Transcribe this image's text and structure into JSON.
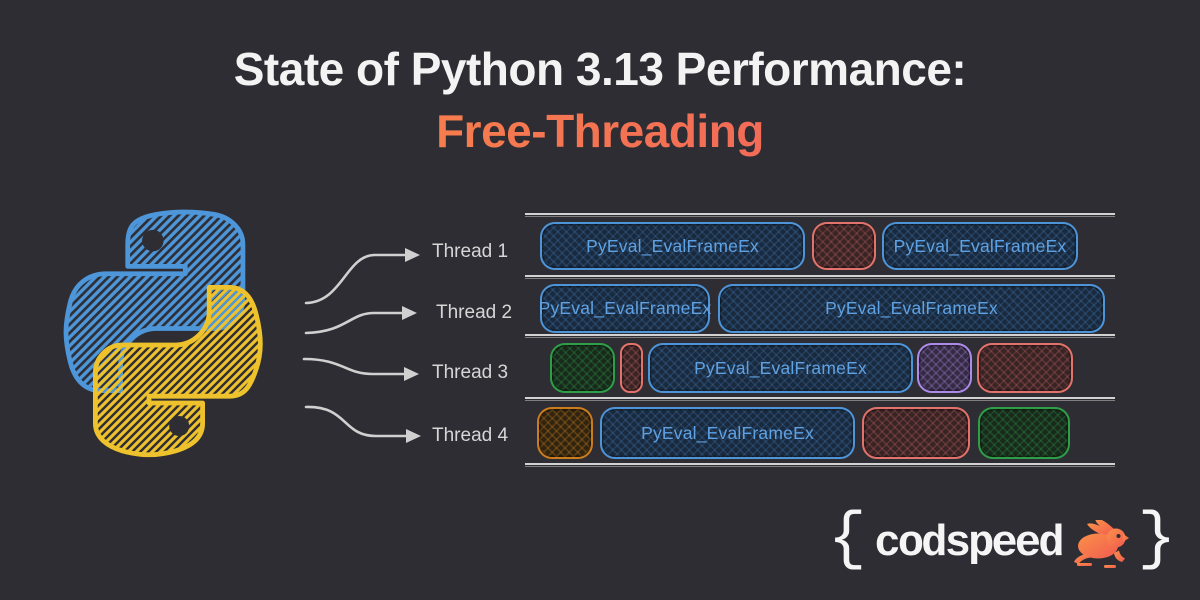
{
  "title": {
    "line1": "State of Python 3.13 Performance:",
    "line2": "Free-Threading"
  },
  "diagram": {
    "threads": [
      {
        "label": "Thread 1",
        "blocks": [
          {
            "kind": "eval",
            "label": "PyEval_EvalFrameEx"
          },
          {
            "kind": "other-red"
          },
          {
            "kind": "eval",
            "label": "PyEval_EvalFrameEx"
          }
        ]
      },
      {
        "label": "Thread 2",
        "blocks": [
          {
            "kind": "eval",
            "label": "PyEval_EvalFrameEx"
          },
          {
            "kind": "eval",
            "label": "PyEval_EvalFrameEx"
          }
        ]
      },
      {
        "label": "Thread 3",
        "blocks": [
          {
            "kind": "other-green"
          },
          {
            "kind": "other-red"
          },
          {
            "kind": "eval",
            "label": "PyEval_EvalFrameEx"
          },
          {
            "kind": "other-purple"
          },
          {
            "kind": "other-red"
          }
        ]
      },
      {
        "label": "Thread 4",
        "blocks": [
          {
            "kind": "other-orange"
          },
          {
            "kind": "eval",
            "label": "PyEval_EvalFrameEx"
          },
          {
            "kind": "other-red"
          },
          {
            "kind": "other-green"
          }
        ]
      }
    ]
  },
  "footer_logo": {
    "brace_left": "{",
    "text": "codspeed",
    "brace_right": "}",
    "rabbit_icon": "rabbit-icon"
  },
  "icons": {
    "python_logo": "python-logo"
  },
  "colors": {
    "background": "#2e2d33",
    "title_text": "#f3f3f3",
    "accent_gradient_start": "#f98b47",
    "accent_gradient_end": "#ef5d5e",
    "python_blue": "#4d96d9",
    "python_yellow": "#eec22d",
    "block_blue": "#4e94d8",
    "block_red": "#e2736c",
    "block_green": "#2e9e48",
    "block_purple": "#ab8be8",
    "block_orange": "#cb7c1d",
    "line_gray": "#d2d2d2",
    "thread_label": "#d6d6d6"
  }
}
